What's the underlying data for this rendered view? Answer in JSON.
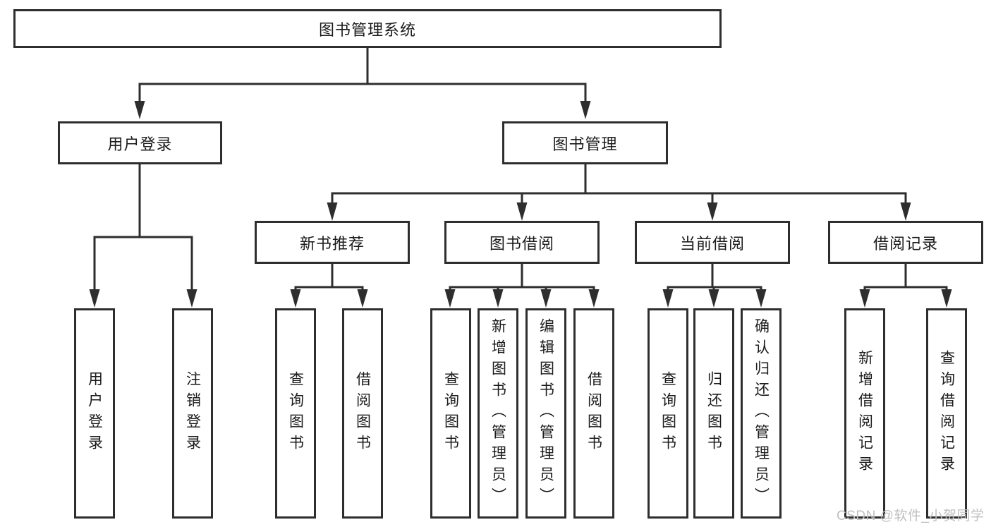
{
  "diagram": {
    "nodes": {
      "root": "图书管理系统",
      "user_login": "用户登录",
      "book_management": "图书管理",
      "new_book_recommend": "新书推荐",
      "book_borrowing": "图书借阅",
      "current_borrowing": "当前借阅",
      "borrowing_records": "借阅记录",
      "ul_user_login": "用户登录",
      "ul_logout": "注销登录",
      "nb_query_books": "查询图书",
      "nb_borrow_books": "借阅图书",
      "bb_query_books": "查询图书",
      "bb_add_books_admin": "新增图书（管理员）",
      "bb_edit_books_admin": "编辑图书（管理员）",
      "bb_borrow_books": "借阅图书",
      "cb_query_books": "查询图书",
      "cb_return_books": "归还图书",
      "cb_confirm_return_admin": "确认归还（管理员）",
      "br_add_record": "新增借阅记录",
      "br_query_record": "查询借阅记录"
    },
    "colors": {
      "line": "#2e2e2e",
      "text": "#1b1b1b",
      "background": "#ffffff",
      "watermark_text": "#c0c0c0"
    }
  },
  "watermark": "CSDN @软件_小贺同学"
}
